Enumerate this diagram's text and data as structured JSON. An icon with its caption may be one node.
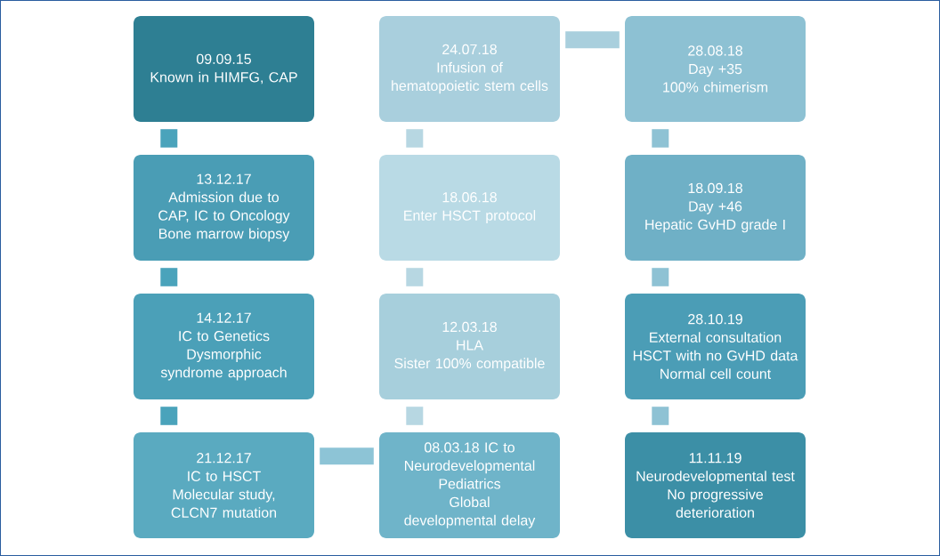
{
  "diagram": {
    "nodes": [
      {
        "text": [
          "09.09.15",
          "Known in HIMFG, CAP"
        ]
      },
      {
        "text": [
          "13.12.17",
          "Admission due to CAP, IC to Oncology",
          "Bone marrow biopsy"
        ]
      },
      {
        "text": [
          "14.12.17",
          "IC to Genetics",
          "Dysmorphic syndrome approach"
        ]
      },
      {
        "text": [
          "21.12.17",
          "IC to HSCT",
          "Molecular study, CLCN7 mutation"
        ]
      },
      {
        "text": [
          "08.03.18 IC to Neurodevelopmental Pediatrics",
          "Global developmental delay"
        ]
      },
      {
        "text": [
          "12.03.18",
          "HLA",
          "Sister 100% compatible"
        ]
      },
      {
        "text": [
          "18.06.18",
          "Enter HSCT protocol"
        ]
      },
      {
        "text": [
          "24.07.18",
          "Infusion of hematopoietic stem cells"
        ]
      },
      {
        "text": [
          "28.08.18",
          "Day +35",
          "100% chimerism"
        ]
      },
      {
        "text": [
          "18.09.18",
          "Day +46",
          "Hepatic GvHD grade I"
        ]
      },
      {
        "text": [
          "28.10.19",
          "External consultation",
          "HSCT with no GvHD data",
          "Normal cell count"
        ]
      },
      {
        "text": [
          "11.11.19",
          "Neurodevelopmental test",
          "No progressive deterioration"
        ]
      }
    ],
    "edges": [
      {
        "from": 0,
        "to": 1,
        "arrow": "none",
        "color": "#4aa3bb"
      },
      {
        "from": 1,
        "to": 2,
        "arrow": "none",
        "color": "#4aa3bb"
      },
      {
        "from": 2,
        "to": 3,
        "arrow": "none",
        "color": "#4aa3bb"
      },
      {
        "from": 3,
        "to": 4,
        "arrow": "none",
        "color": "#8dc4d6"
      },
      {
        "from": 4,
        "to": 5,
        "arrow": "none",
        "color": "#b7d7e2"
      },
      {
        "from": 5,
        "to": 6,
        "arrow": "none",
        "color": "#b7d7e2"
      },
      {
        "from": 6,
        "to": 7,
        "arrow": "none",
        "color": "#b7d7e2"
      },
      {
        "from": 7,
        "to": 8,
        "arrow": "none",
        "color": "#a9cfdd"
      },
      {
        "from": 8,
        "to": 9,
        "arrow": "none",
        "color": "#8ec2d4"
      },
      {
        "from": 9,
        "to": 10,
        "arrow": "none",
        "color": "#8ec2d4"
      },
      {
        "from": 10,
        "to": 11,
        "arrow": "none",
        "color": "#8ec2d4"
      }
    ]
  }
}
